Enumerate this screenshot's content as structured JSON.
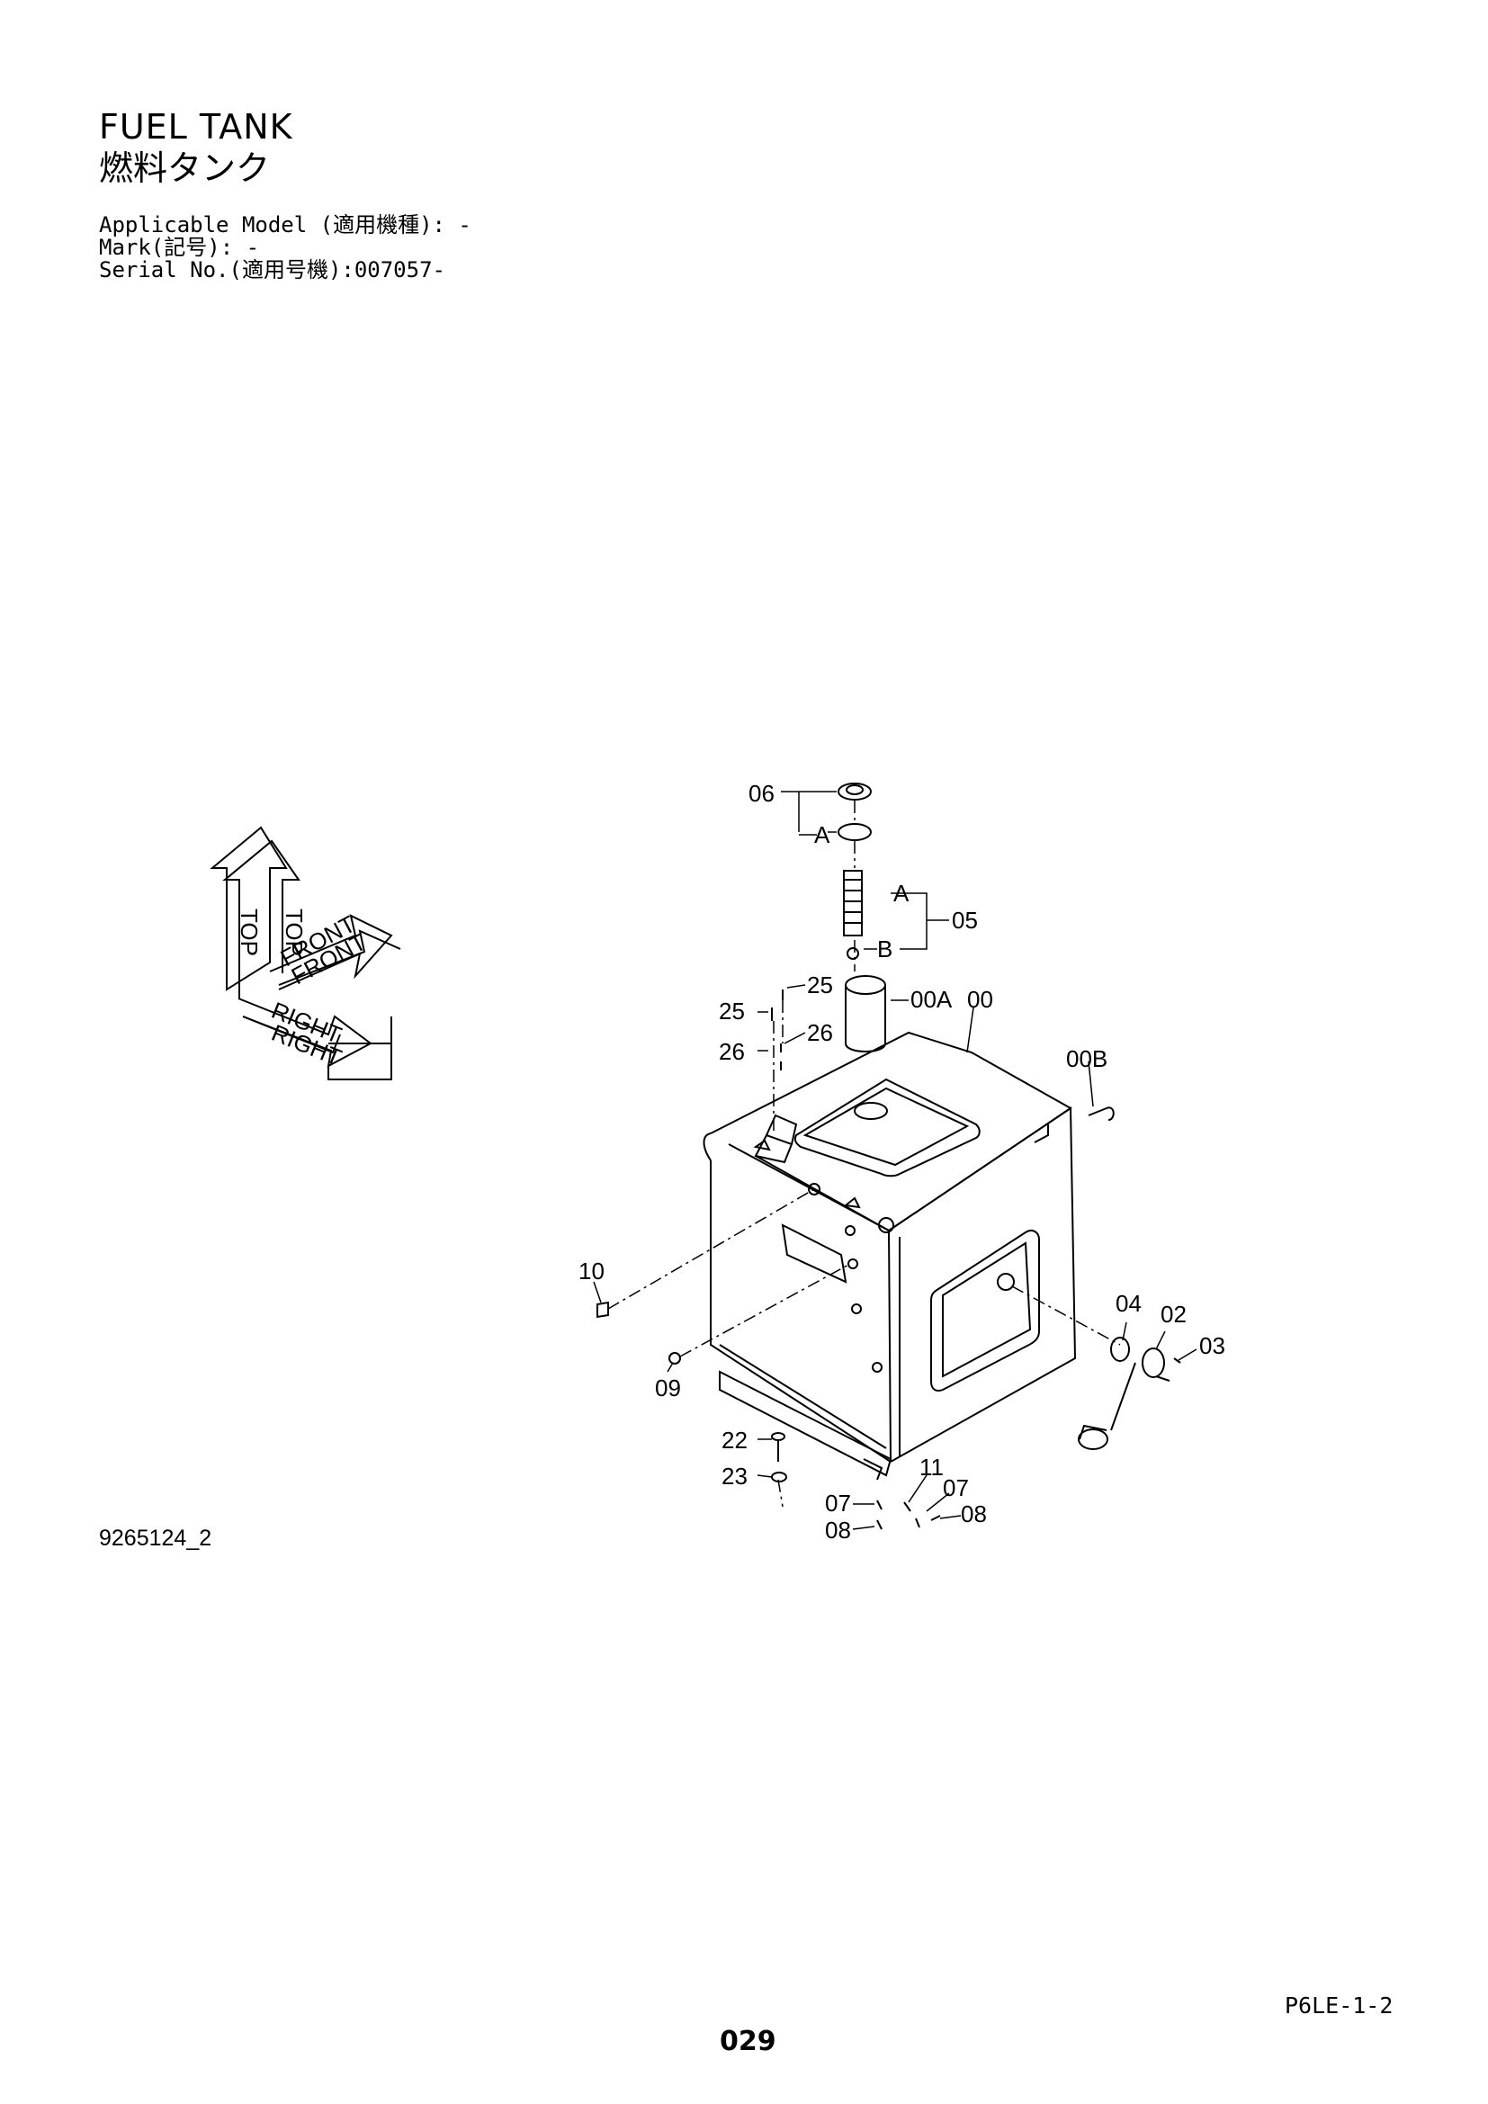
{
  "header": {
    "title": "FUEL TANK",
    "subtitle": "燃料タンク",
    "applicable_model": "Applicable Model (適用機種): -",
    "mark": "Mark(記号): -",
    "serial": "Serial No.(適用号機):007057-"
  },
  "orientation_key": {
    "top": "TOP",
    "front": "FRONT",
    "right": "RIGHT"
  },
  "part_labels": {
    "p06": "06",
    "pA1": "A",
    "pA2": "A",
    "p05": "05",
    "pB": "B",
    "p25a": "25",
    "p25b": "25",
    "p26a": "26",
    "p26b": "26",
    "p00A": "00A",
    "p00": "00",
    "p00B": "00B",
    "p10": "10",
    "p09": "09",
    "p04": "04",
    "p02": "02",
    "p03": "03",
    "p22": "22",
    "p23": "23",
    "p11": "11",
    "p07a": "07",
    "p07b": "07",
    "p08a": "08",
    "p08b": "08"
  },
  "footer": {
    "drawing_id": "9265124_2",
    "page_code": "P6LE-1-2",
    "page_number": "029"
  }
}
